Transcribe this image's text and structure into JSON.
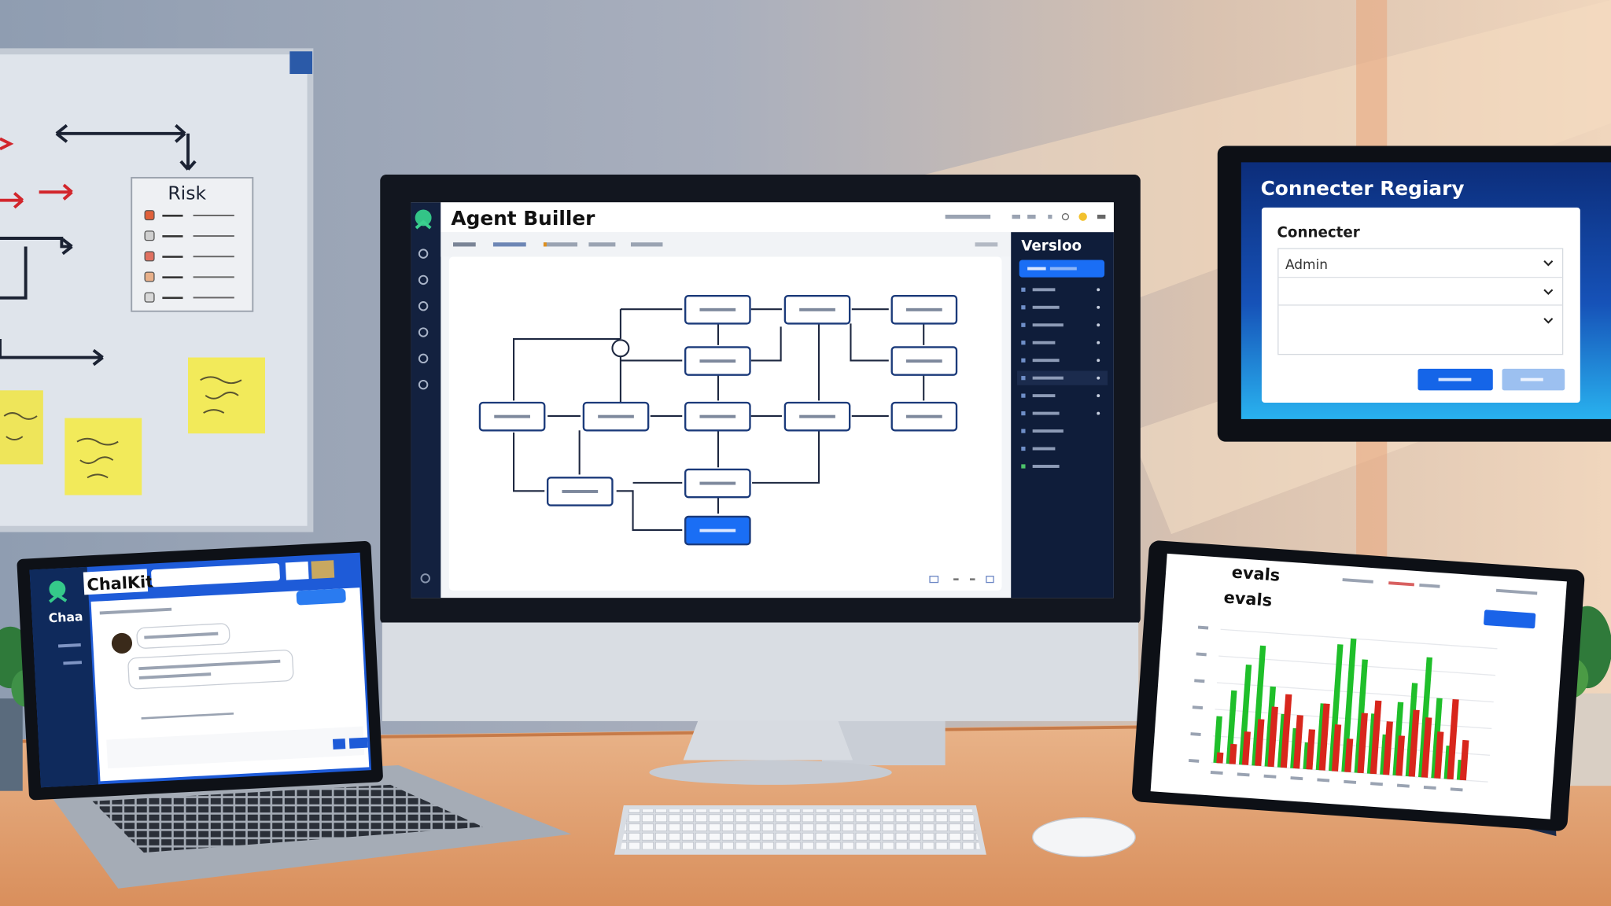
{
  "whiteboard": {
    "card_title": "Risk",
    "risk_items": [
      {
        "status_color": "#e0603a"
      },
      {
        "status_color": "#cfcfcf"
      },
      {
        "status_color": "#e07060"
      },
      {
        "status_color": "#e8b08a"
      },
      {
        "status_color": "#d8d8d8"
      }
    ],
    "sticky_color": "#f2ea5a"
  },
  "monitor": {
    "app_title": "Agent Builler",
    "logo_icon": "agent-logo-icon",
    "sidebar_icons": [
      "chat-icon",
      "globe-icon",
      "settings-icon",
      "database-icon",
      "list-icon",
      "history-icon"
    ],
    "right_panel": {
      "title": "Versloo",
      "item_count_visible": 11
    },
    "accent": "#1a6ef5",
    "panel_bg": "#0f1d3a"
  },
  "laptop": {
    "app_title": "ChalKit",
    "sidebar_label": "Chaa",
    "accent": "#1e5bd8"
  },
  "connector_tablet": {
    "title": "Connecter Regiary",
    "field_label": "Connecter",
    "select_value": "Admin",
    "primary_color": "#1565e8",
    "secondary_color": "#9cc0f0"
  },
  "evals_tablet": {
    "title": "evals",
    "subtitle": "evals",
    "green_bars": [
      0.35,
      0.55,
      0.75,
      0.9,
      0.6,
      0.4,
      0.3,
      0.2,
      0.5,
      0.95,
      1.0,
      0.85,
      0.45,
      0.3,
      0.55,
      0.7,
      0.9,
      0.6,
      0.25,
      0.15
    ],
    "red_bars": [
      0.08,
      0.15,
      0.25,
      0.35,
      0.45,
      0.55,
      0.4,
      0.3,
      0.5,
      0.35,
      0.25,
      0.45,
      0.55,
      0.4,
      0.3,
      0.5,
      0.45,
      0.35,
      0.6,
      0.3
    ],
    "green": "#1fbf2a",
    "red": "#d8261c"
  }
}
